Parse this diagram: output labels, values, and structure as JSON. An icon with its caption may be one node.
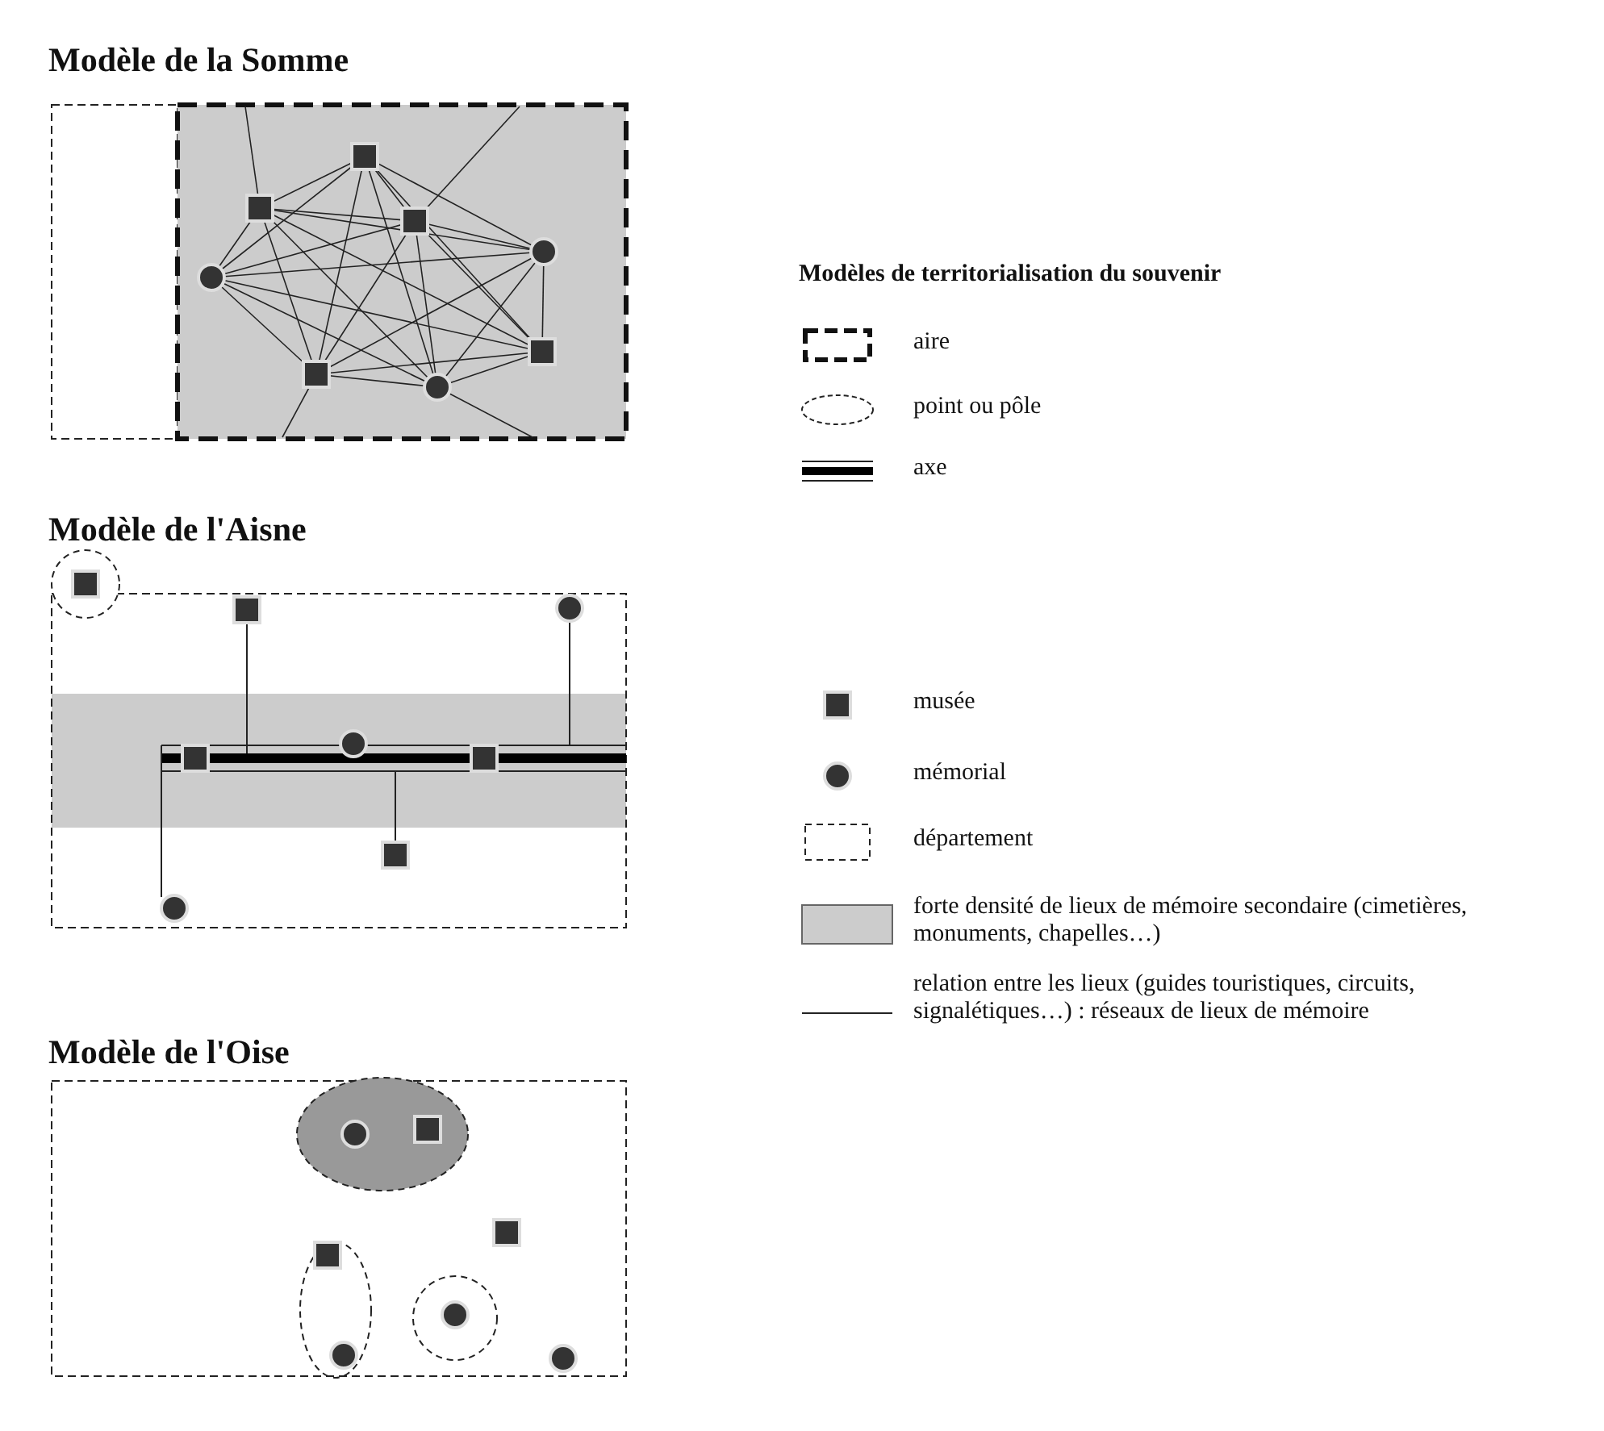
{
  "diagram": {
    "nodes": [
      {
        "text": [
          "Modèle de la Somme"
        ]
      },
      {
        "text": [
          "Modèle de l'Aisne"
        ]
      },
      {
        "text": [
          "Modèle de l'Oise"
        ]
      }
    ],
    "labels": [
      "Modèles de territorialisation du souvenir"
    ],
    "legend": [
      {
        "text": "aire"
      },
      {
        "text": "point ou pôle"
      },
      {
        "text": "axe"
      },
      {
        "text": "musée"
      },
      {
        "text": "mémorial"
      },
      {
        "text": "département"
      },
      {
        "text": "forte densité de lieux de mémoire secondaire (cimetières, monuments, chapelles…)",
        "color": "#cccccc"
      },
      {
        "text": "relation entre les lieux (guides touristiques, circuits, signalétiques…) : réseaux de lieux de mémoire"
      }
    ]
  }
}
